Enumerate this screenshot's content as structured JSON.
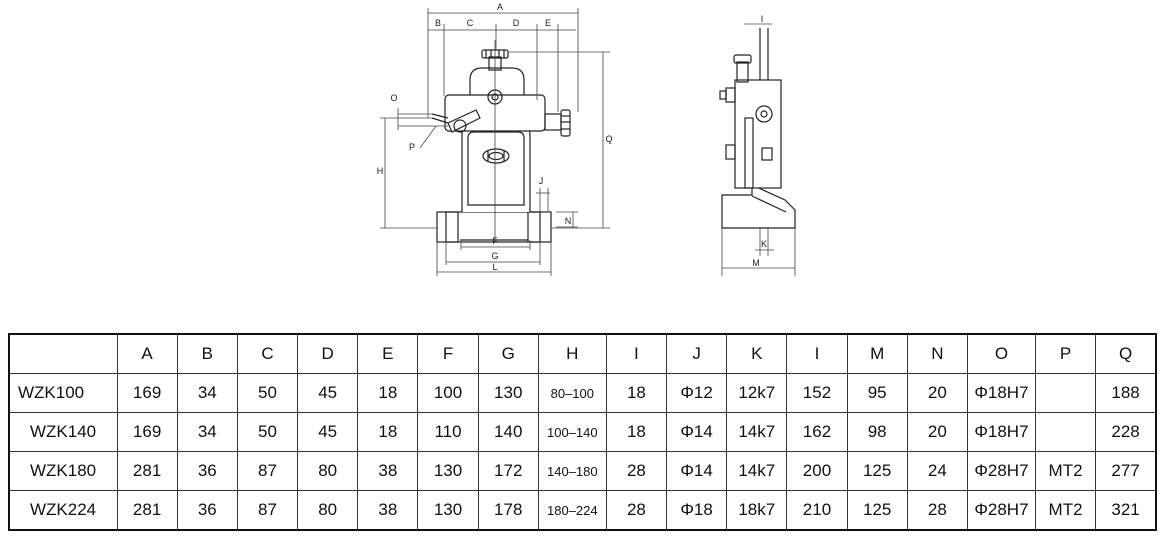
{
  "drawing": {
    "front_labels": [
      "A",
      "B",
      "C",
      "D",
      "E",
      "O",
      "P",
      "H",
      "Q",
      "J",
      "N",
      "F",
      "G",
      "L"
    ],
    "side_labels": [
      "I",
      "K",
      "M"
    ]
  },
  "table": {
    "columns": [
      "",
      "A",
      "B",
      "C",
      "D",
      "E",
      "F",
      "G",
      "H",
      "I",
      "J",
      "K",
      "I",
      "M",
      "N",
      "O",
      "P",
      "Q"
    ],
    "rows": [
      [
        "WZK100",
        "169",
        "34",
        "50",
        "45",
        "18",
        "100",
        "130",
        "80–100",
        "18",
        "Φ12",
        "12k7",
        "152",
        "95",
        "20",
        "Φ18H7",
        "",
        "188"
      ],
      [
        "WZK140",
        "169",
        "34",
        "50",
        "45",
        "18",
        "110",
        "140",
        "100–140",
        "18",
        "Φ14",
        "14k7",
        "162",
        "98",
        "20",
        "Φ18H7",
        "",
        "228"
      ],
      [
        "WZK180",
        "281",
        "36",
        "87",
        "80",
        "38",
        "130",
        "172",
        "140–180",
        "28",
        "Φ14",
        "14k7",
        "200",
        "125",
        "24",
        "Φ28H7",
        "MT2",
        "277"
      ],
      [
        "WZK224",
        "281",
        "36",
        "87",
        "80",
        "38",
        "130",
        "178",
        "180–224",
        "28",
        "Φ18",
        "18k7",
        "210",
        "125",
        "28",
        "Φ28H7",
        "MT2",
        "321"
      ]
    ]
  }
}
